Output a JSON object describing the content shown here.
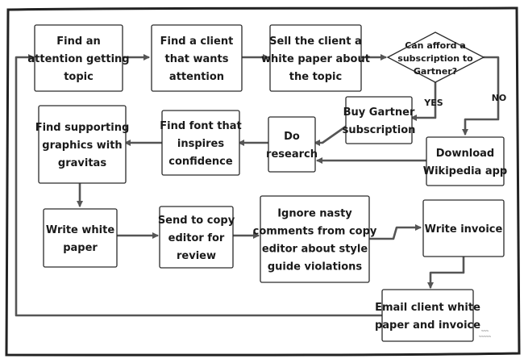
{
  "diagram": {
    "type": "flowchart",
    "colors": {
      "frame": "#222222",
      "box_stroke": "#2a2a2a",
      "arrow": "#555555",
      "text": "#1a1a1a"
    },
    "nodes": {
      "find_topic": [
        "Find an",
        "attention getting",
        "topic"
      ],
      "find_client": [
        "Find a client",
        "that wants",
        "attention"
      ],
      "sell_client": [
        "Sell the client a",
        "white paper about",
        "the topic"
      ],
      "decision": [
        "Can afford a",
        "subscription to",
        "Gartner?"
      ],
      "buy_gartner": [
        "Buy Gartner",
        "subscription"
      ],
      "download_wikipedia": [
        "Download",
        "Wikipedia app"
      ],
      "do_research": [
        "Do",
        "research"
      ],
      "find_font": [
        "Find font that",
        "inspires",
        "confidence"
      ],
      "find_graphics": [
        "Find supporting",
        "graphics with",
        "gravitas"
      ],
      "write_paper": [
        "Write white",
        "paper"
      ],
      "send_editor": [
        "Send to copy",
        "editor for",
        "review"
      ],
      "ignore_comments": [
        "Ignore nasty",
        "comments from copy",
        "editor about style",
        "guide violations"
      ],
      "write_invoice": [
        "Write invoice"
      ],
      "email_client": [
        "Email client white",
        "paper and invoice"
      ]
    },
    "edge_labels": {
      "yes": "YES",
      "no": "NO"
    },
    "signature": "sketch signature"
  }
}
